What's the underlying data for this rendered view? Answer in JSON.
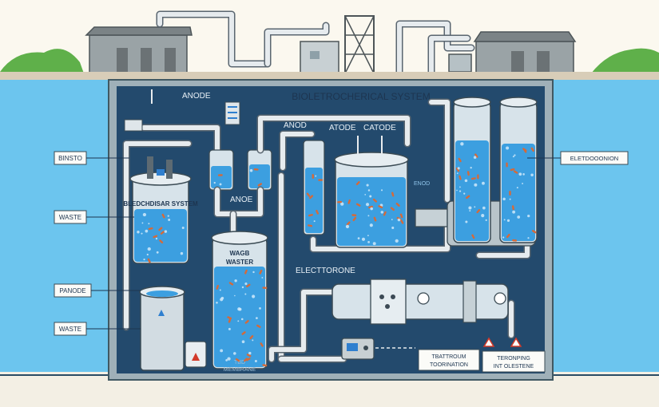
{
  "title": "BIOLETROCHERICAL SYSTEM",
  "labels": {
    "anode_top": "ANODE",
    "anod": "ANOD",
    "atode": "ATODE",
    "catode": "CATODE",
    "anoe": "ANOE",
    "electorone": "ELECTTORONE",
    "tank_left": "BLEDCHDISAR SYSTEM",
    "tank_mid_line1": "WAGB",
    "tank_mid_line2": "WASTER",
    "membrane": "MEMBRANE",
    "tbd": "TBD",
    "tank_right_tag": "ENOD"
  },
  "callouts": {
    "binsto": "BINSTO",
    "waste1": "WASTE",
    "panode": "PANODE",
    "waste2": "WASTE",
    "right": "ELETDOOONION"
  },
  "bottom_boxes": {
    "box1_line1": "TBATTROUM",
    "box1_line2": "TOORINATION",
    "box2_line1": "TERONPING",
    "box2_line2": "INT OLESTENE"
  },
  "colors": {
    "sky": "#fdfbf5",
    "water": "#6cc5ee",
    "panel": "#234a6d",
    "liquid": "#3c9fe0"
  }
}
